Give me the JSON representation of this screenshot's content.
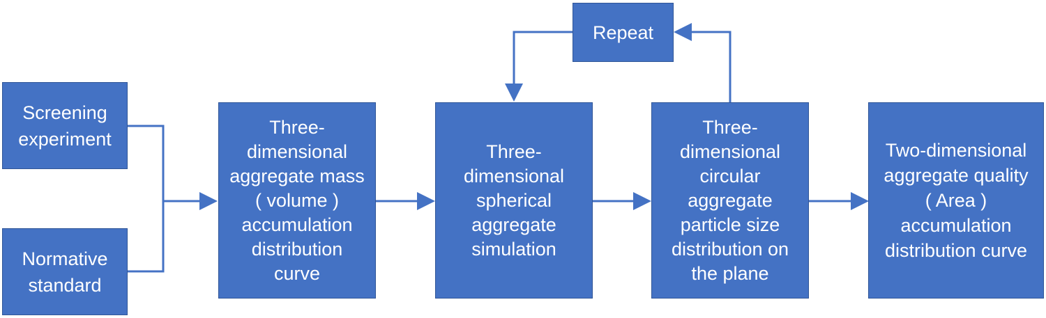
{
  "diagram": {
    "colors": {
      "box_fill": "#4472c4",
      "box_text": "#ffffff",
      "arrow": "#4472c4"
    },
    "boxes": {
      "screening": "Screening\nexperiment",
      "normative": "Normative\nstandard",
      "mass_curve": "Three-\ndimensional\naggregate mass\n( volume )\naccumulation\ndistribution\ncurve",
      "spherical_sim": "Three-\ndimensional\nspherical\naggregate\nsimulation",
      "circular_dist": "Three-\ndimensional\ncircular\naggregate\nparticle size\ndistribution on\nthe plane",
      "quality_curve": "Two-dimensional\naggregate quality\n( Area )\naccumulation\ndistribution curve",
      "repeat": "Repeat"
    }
  }
}
